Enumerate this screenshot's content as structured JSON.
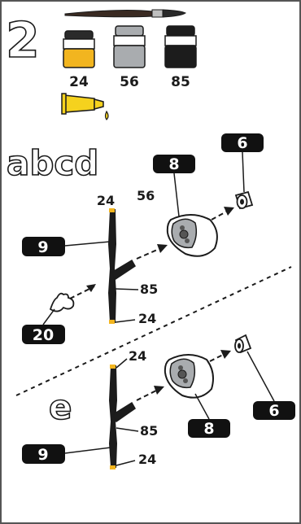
{
  "step_number": "2",
  "paints": [
    {
      "code": "24",
      "color": "#f2b51f",
      "name": "yellow"
    },
    {
      "code": "56",
      "color": "#a9acaf",
      "name": "grey"
    },
    {
      "code": "85",
      "color": "#1c1c1c",
      "name": "black"
    }
  ],
  "sections": {
    "upper": {
      "variant_label": "abcd",
      "parts": {
        "main": "9",
        "bottom_piece": "20",
        "body": "8",
        "small_piece": "6"
      },
      "paint_marks": {
        "top": "24",
        "body": "56",
        "middle": "85",
        "bottom": "24"
      }
    },
    "lower": {
      "variant_label": "e",
      "parts": {
        "main": "9",
        "body": "8",
        "small_piece": "6"
      },
      "paint_marks": {
        "top": "24",
        "middle": "85",
        "bottom": "24"
      }
    }
  },
  "colors": {
    "ink": "#1b1b1b",
    "border": "#555555",
    "glue": "#f5d21e",
    "badge": "#111111"
  }
}
